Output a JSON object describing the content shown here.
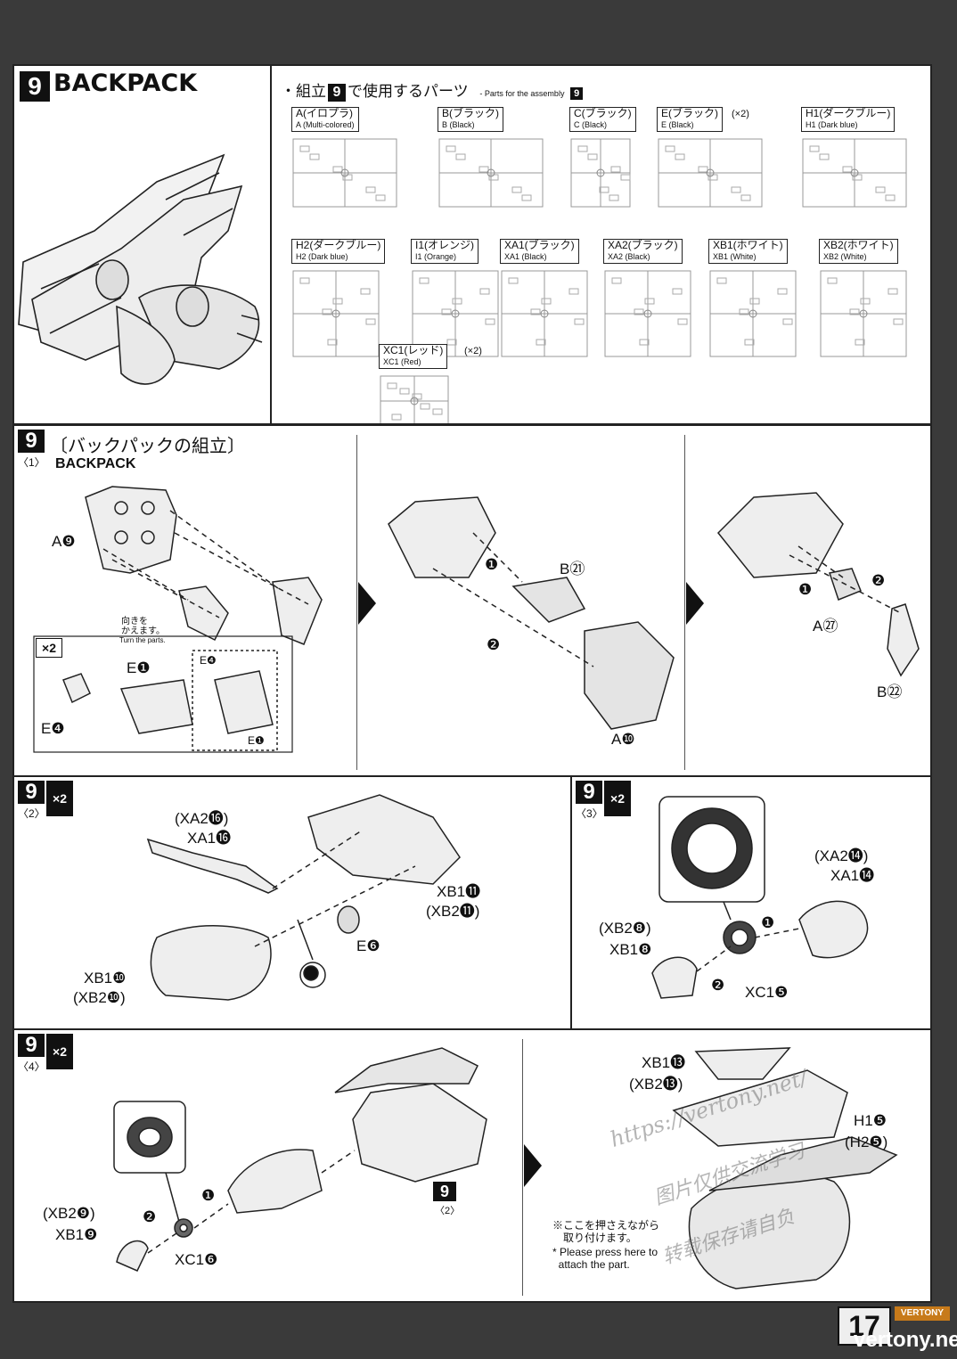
{
  "header": {
    "step_number": "9",
    "title": "BACKPACK",
    "parts_heading_jp": "・組立",
    "parts_heading_step": "9",
    "parts_heading_jp2": "で使用するパーツ",
    "parts_heading_en": "- Parts for the assembly",
    "parts_heading_en_step": "9"
  },
  "sprues": [
    {
      "jp": "A(イロプラ)",
      "en": "A (Multi-colored)",
      "mult": ""
    },
    {
      "jp": "B(ブラック)",
      "en": "B (Black)",
      "mult": ""
    },
    {
      "jp": "C(ブラック)",
      "en": "C (Black)",
      "mult": ""
    },
    {
      "jp": "E(ブラック)",
      "en": "E (Black)",
      "mult": "(×2)"
    },
    {
      "jp": "H1(ダークブルー)",
      "en": "H1 (Dark blue)",
      "mult": ""
    },
    {
      "jp": "H2(ダークブルー)",
      "en": "H2 (Dark blue)",
      "mult": ""
    },
    {
      "jp": "I1(オレンジ)",
      "en": "I1 (Orange)",
      "mult": ""
    },
    {
      "jp": "XA1(ブラック)",
      "en": "XA1 (Black)",
      "mult": ""
    },
    {
      "jp": "XA2(ブラック)",
      "en": "XA2 (Black)",
      "mult": ""
    },
    {
      "jp": "XB1(ホワイト)",
      "en": "XB1 (White)",
      "mult": ""
    },
    {
      "jp": "XB2(ホワイト)",
      "en": "XB2 (White)",
      "mult": ""
    },
    {
      "jp": "XC1(レッド)",
      "en": "XC1 (Red)",
      "mult": "(×2)"
    }
  ],
  "step1": {
    "badge": "9",
    "sub": "〈1〉",
    "title_jp": "〔バックパックの組立〕",
    "title_en": "BACKPACK",
    "labels": {
      "a9": "A❾",
      "turn_jp": "向きを\nかえます。",
      "turn_en": "Turn the parts.",
      "x2": "×2",
      "e1": "E❶",
      "e4": "E❹",
      "e4b": "E❹",
      "e1b": "E❶",
      "b21": "B㉑",
      "a10": "A❿",
      "a27": "A㉗",
      "b22": "B㉒",
      "n1a": "❶",
      "n2a": "❷",
      "n1b": "❶",
      "n2b": "❷"
    }
  },
  "step2": {
    "badge": "9",
    "sub": "〈2〉",
    "mult": "×2",
    "labels": {
      "xa2": "(XA2⓰)",
      "xa1": "XA1⓰",
      "xb1_11": "XB1⓫",
      "xb2_11": "(XB2⓫)",
      "e6": "E❻",
      "xb1_10": "XB1❿",
      "xb2_10": "(XB2❿)"
    }
  },
  "step3": {
    "badge": "9",
    "sub": "〈3〉",
    "mult": "×2",
    "labels": {
      "xa2": "(XA2⓮)",
      "xa1": "XA1⓮",
      "xb2": "(XB2❽)",
      "xb1": "XB1❽",
      "xc1": "XC1❺",
      "n1": "❶",
      "n2": "❷"
    }
  },
  "step4": {
    "badge": "9",
    "sub": "〈4〉",
    "mult": "×2",
    "labels": {
      "xb2": "(XB2❾)",
      "xb1": "XB1❾",
      "xc1": "XC1❻",
      "n1": "❶",
      "n2": "❷",
      "ref_badge": "9",
      "ref_sub": "〈2〉",
      "xb1_13": "XB1⓭",
      "xb2_13": "(XB2⓭)",
      "h1": "H1❺",
      "h2": "(H2❺)",
      "note_jp": "※ここを押さえながら\n　取り付けます。",
      "note_en": "* Please press here to\n  attach the part."
    }
  },
  "watermark": {
    "url": "https://vertony.net/",
    "cn1": "图片仅供交流学习",
    "cn2": "转载保存请自负"
  },
  "footer": {
    "page": "17",
    "brand_tag": "VERTONY",
    "brand_url": "vertony.net"
  }
}
